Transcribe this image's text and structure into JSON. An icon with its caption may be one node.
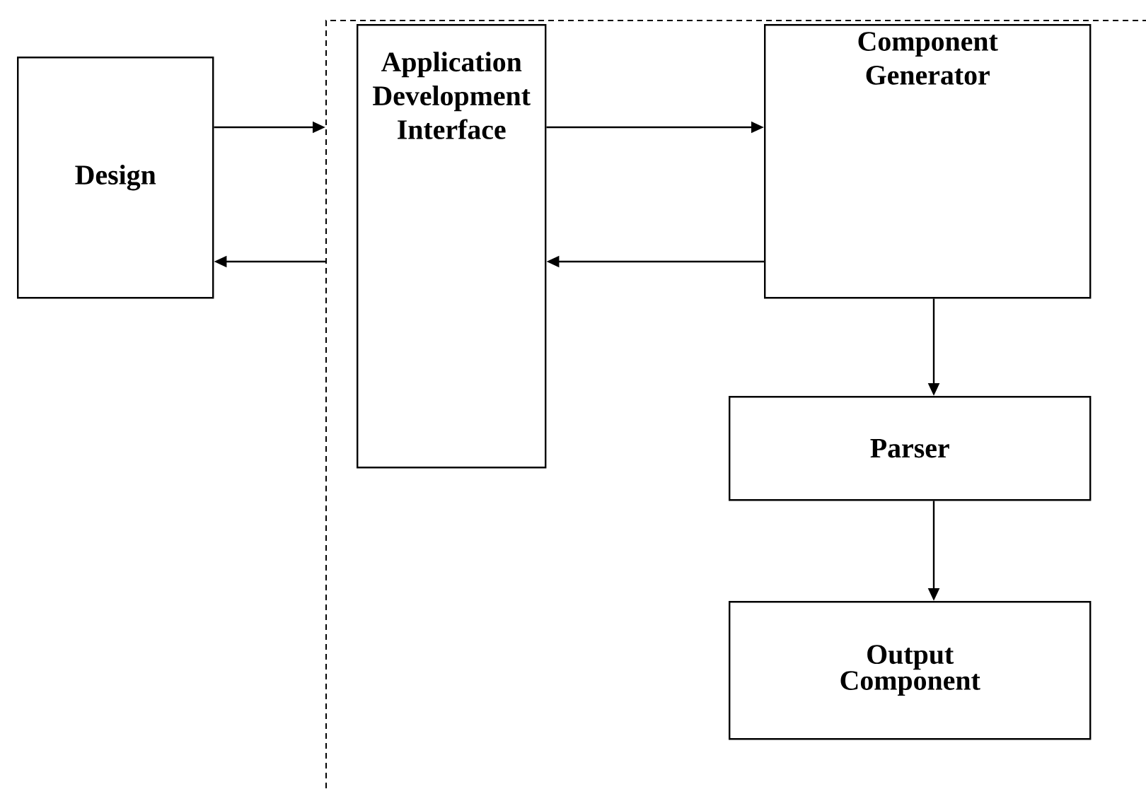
{
  "diagram": {
    "nodes": [
      {
        "text": [
          "Design"
        ]
      },
      {
        "text": [],
        "shape": "box"
      },
      {
        "text": [
          "Application Development Interface"
        ],
        "in": 1
      },
      {
        "text": [
          "Component Generator"
        ],
        "in": 1
      },
      {
        "text": [
          "Parser"
        ],
        "in": 1
      },
      {
        "text": [
          "Output Component"
        ],
        "in": 1
      }
    ],
    "edges": [
      {
        "from": 0,
        "to": 1,
        "arrow": "to"
      },
      {
        "from": 1,
        "to": 0,
        "arrow": "to"
      },
      {
        "from": 2,
        "to": 3,
        "arrow": "to"
      },
      {
        "from": 3,
        "to": 2,
        "arrow": "to"
      },
      {
        "from": 3,
        "to": 4,
        "arrow": "to"
      },
      {
        "from": 4,
        "to": 5,
        "arrow": "to"
      }
    ]
  }
}
